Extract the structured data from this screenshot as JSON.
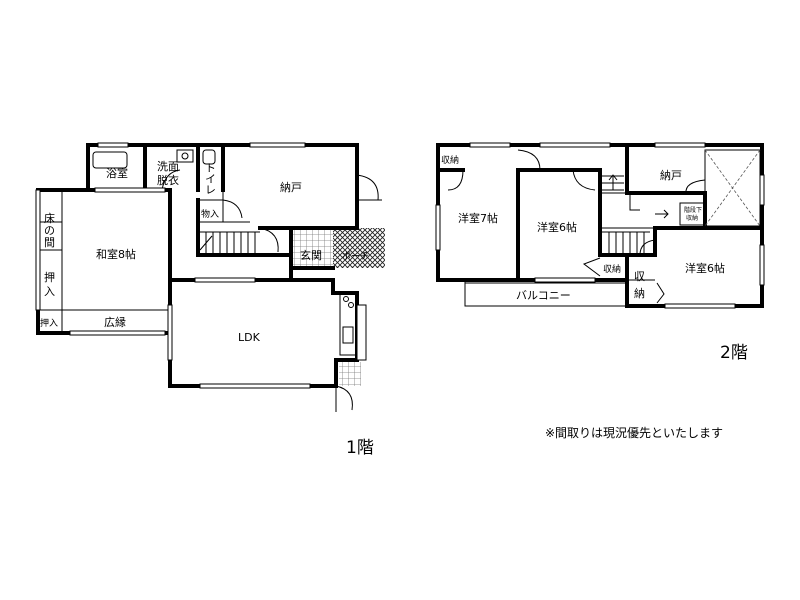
{
  "floor1": {
    "label": "1階",
    "rooms": {
      "bath": "浴室",
      "wash1": "洗面",
      "wash2": "脱衣",
      "toilet": "トイレ",
      "closet": "物入",
      "storage": "納戸",
      "tokonoma1": "床",
      "tokonoma2": "の",
      "tokonoma3": "間",
      "oshiire1a": "押",
      "oshiire1b": "入",
      "oshiire2": "押入",
      "washitsu": "和室8帖",
      "hiroen": "広縁",
      "genkan": "玄関",
      "porch": "ポーチ",
      "ldk": "LDK"
    }
  },
  "floor2": {
    "label": "2階",
    "rooms": {
      "shuno_tl": "収納",
      "yoshitsu7": "洋室7帖",
      "yoshitsu6a": "洋室6帖",
      "storage2": "納戸",
      "stair_storage1": "階段下",
      "stair_storage2": "収納",
      "shuno_mid": "収納",
      "shuno_r1": "収",
      "shuno_r2": "納",
      "yoshitsu6b": "洋室6帖",
      "balcony": "バルコニー"
    }
  },
  "note": "※間取りは現況優先といたします",
  "colors": {
    "wall": "#000000",
    "background": "#ffffff"
  }
}
